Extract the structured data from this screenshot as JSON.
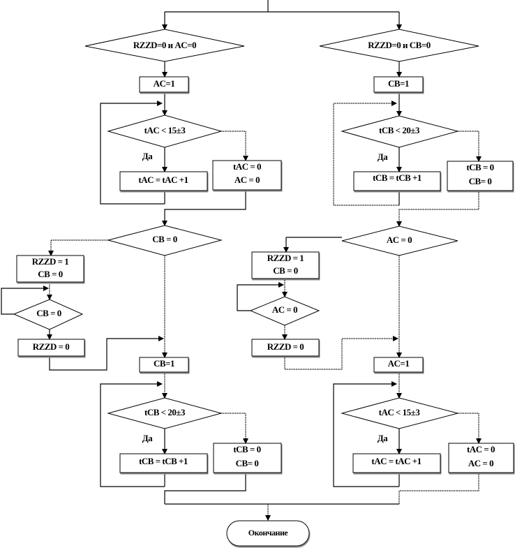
{
  "title": "Flowchart",
  "top_left": {
    "condition": "RZZD=0 и AC=0",
    "set": "AC=1",
    "loop_condition": "tAC < 15±3",
    "yes_label": "Да",
    "increment": "tAC = tAC +1",
    "reset_line1": "tAC = 0",
    "reset_line2": "AC = 0"
  },
  "top_right": {
    "condition": "RZZD=0 и CB=0",
    "set": "CB=1",
    "loop_condition": "tCB < 20±3",
    "yes_label": "Да",
    "increment": "tCB = tCB +1",
    "reset_line1": "tCB = 0",
    "reset_line2": "CB= 0"
  },
  "mid_left": {
    "condition": "CB = 0",
    "block_line1": "RZZD = 1",
    "block_line2": "CB = 0",
    "wait_condition": "CB = 0",
    "release": "RZZD = 0",
    "set": "CB=1"
  },
  "mid_right": {
    "condition": "AC = 0",
    "block_line1": "RZZD = 1",
    "block_line2": "CB = 0",
    "wait_condition": "AC = 0",
    "release": "RZZD = 0",
    "set": "AC=1"
  },
  "bottom_left": {
    "loop_condition": "tCB < 20±3",
    "yes_label": "Да",
    "increment": "tCB = tCB +1",
    "reset_line1": "tCB = 0",
    "reset_line2": "CB= 0"
  },
  "bottom_right": {
    "loop_condition": "tAC < 15±3",
    "yes_label": "Да",
    "increment": "tAC = tAC +1",
    "reset_line1": "tAC = 0",
    "reset_line2": "AC = 0"
  },
  "end_label": "Окончание"
}
